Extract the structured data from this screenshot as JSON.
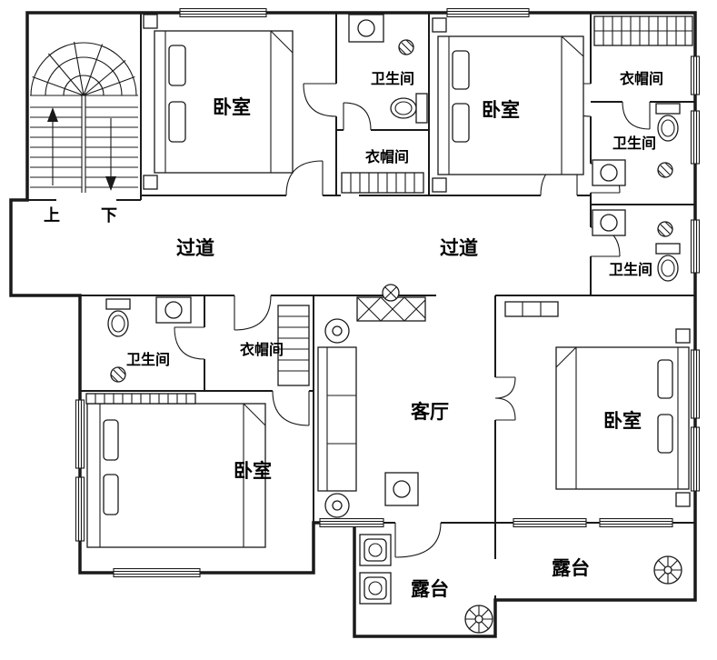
{
  "plan": {
    "bedroom_top_left": "卧室",
    "bath_top": "卫生间",
    "bedroom_top_right": "卧室",
    "cloak_top_right": "衣帽间",
    "bath_right_upper": "卫生间",
    "cloak_middle": "衣帽间",
    "stair_up": "上",
    "stair_down": "下",
    "corridor_left": "过道",
    "corridor_middle": "过道",
    "bath_right_lower": "卫生间",
    "bath_left": "卫生间",
    "cloak_left": "衣帽间",
    "living": "客厅",
    "bedroom_right": "卧室",
    "bedroom_bottom_left": "卧室",
    "terrace_center": "露台",
    "terrace_right": "露台"
  },
  "colors": {
    "wall": "#1a1a1a",
    "background": "#ffffff"
  }
}
